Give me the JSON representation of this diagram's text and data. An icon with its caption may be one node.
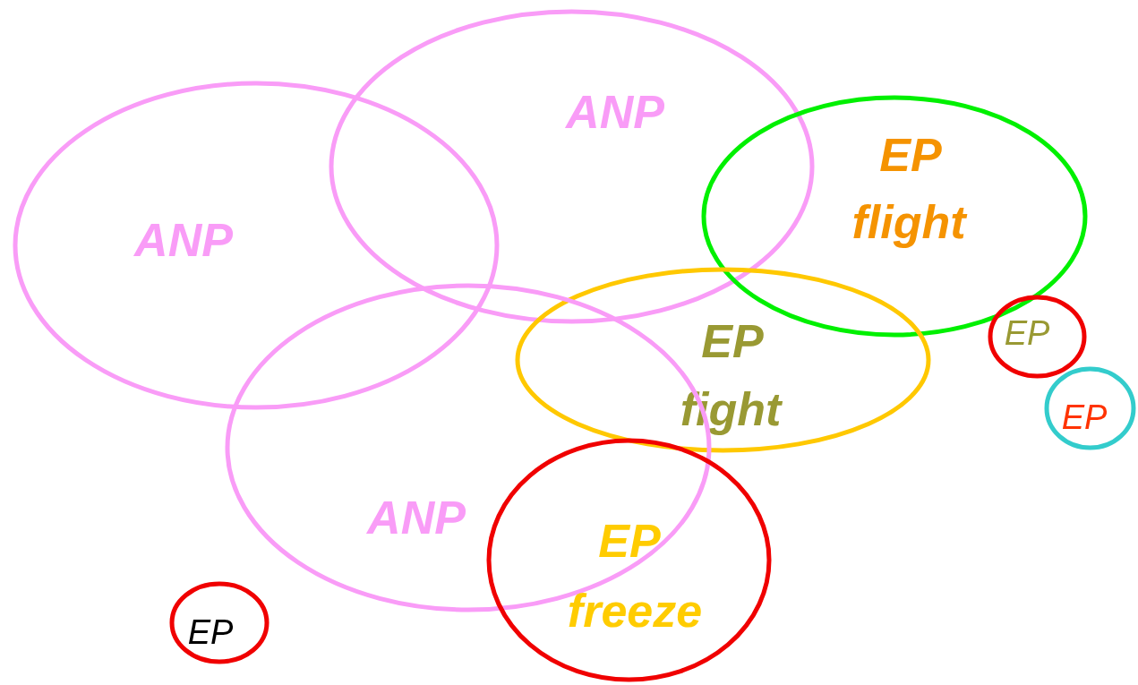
{
  "diagram": {
    "nodes": [
      {
        "text": [
          "ANP"
        ]
      },
      {
        "text": [
          "ANP"
        ]
      },
      {
        "text": [
          "EP",
          "flight"
        ]
      },
      {
        "text": [
          "EP",
          "fight"
        ]
      },
      {
        "text": [
          "ANP"
        ]
      },
      {
        "text": [
          "EP"
        ]
      },
      {
        "text": [
          "EP"
        ]
      },
      {
        "text": [
          "EP",
          "freeze"
        ]
      },
      {
        "text": [
          "EP"
        ]
      }
    ]
  }
}
